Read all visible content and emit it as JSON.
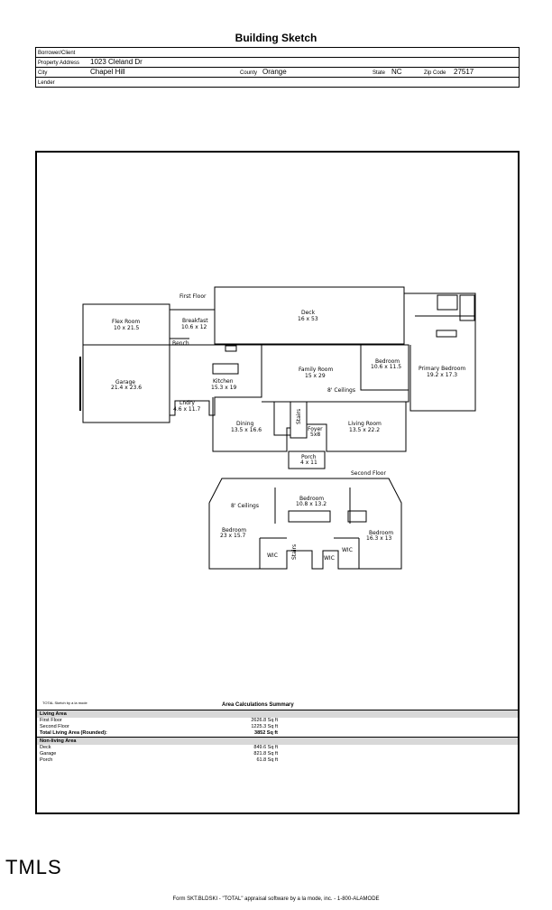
{
  "title": "Building Sketch",
  "header": {
    "borrower_label": "Borrower/Client",
    "borrower_value": "",
    "address_label": "Property Address",
    "address_value": "1023 Cleland Dr",
    "city_label": "City",
    "city_value": "Chapel Hill",
    "county_label": "County",
    "county_value": "Orange",
    "state_label": "State",
    "state_value": "NC",
    "zip_label": "Zip Code",
    "zip_value": "27517",
    "lender_label": "Lender",
    "lender_value": ""
  },
  "plan": {
    "first_floor_label": "First Floor",
    "second_floor_label": "Second Floor",
    "rooms": {
      "deck": {
        "name": "Deck",
        "size": "16 x 53"
      },
      "flex": {
        "name": "Flex Room",
        "size": "10 x 21.5"
      },
      "breakfast": {
        "name": "Breakfast",
        "size": "10.6 x 12"
      },
      "bench": {
        "name": "Bench"
      },
      "garage": {
        "name": "Garage",
        "size": "21.4 x 23.6"
      },
      "kitchen": {
        "name": "Kitchen",
        "size": "15.3 x 19"
      },
      "laundry": {
        "name": "Lndry",
        "size": "4.6 x 11.7"
      },
      "family": {
        "name": "Family Room",
        "size": "15 x 29"
      },
      "bedroom1": {
        "name": "Bedroom",
        "size": "10.6 x 11.5"
      },
      "primary": {
        "name": "Primary Bedroom",
        "size": "19.2 x 17.3"
      },
      "ceilings1": {
        "name": "8' Ceilings"
      },
      "dining": {
        "name": "Dining",
        "size": "13.5 x 16.6"
      },
      "stairs1": {
        "name": "Stairs"
      },
      "foyer": {
        "name": "Foyer",
        "size": "5x8"
      },
      "living": {
        "name": "Living Room",
        "size": "13.5 x 22.2"
      },
      "porch": {
        "name": "Porch",
        "size": "4 x 11"
      },
      "ceilings2": {
        "name": "8' Ceilings"
      },
      "bedroom2": {
        "name": "Bedroom",
        "size": "10.8 x 13.2"
      },
      "bedroom3": {
        "name": "Bedroom",
        "size": "23 x 15.7"
      },
      "bedroom4": {
        "name": "Bedroom",
        "size": "16.3 x 13"
      },
      "wic1": {
        "name": "WIC"
      },
      "stairs2": {
        "name": "Stairs"
      },
      "wic2": {
        "name": "WIC"
      }
    }
  },
  "sketch_credit": "TOTAL Sketch by a la mode",
  "summary_title": "Area Calculations Summary",
  "summary": {
    "living_header": "Living Area",
    "first_floor_label": "First Floor",
    "first_floor_value": "2626.8 Sq ft",
    "second_floor_label": "Second Floor",
    "second_floor_value": "1225.3 Sq ft",
    "total_label": "Total Living Area (Rounded):",
    "total_value": "3852 Sq ft",
    "nonliving_header": "Non-living Area",
    "deck_label": "Deck",
    "deck_value": "849.6 Sq ft",
    "garage_label": "Garage",
    "garage_value": "821.8 Sq ft",
    "porch_label": "Porch",
    "porch_value": "61.8 Sq ft"
  },
  "logo": "TMLS",
  "footer": "Form SKT.BLDSKI - \"TOTAL\" appraisal software by a la mode, inc. - 1-800-ALAMODE"
}
